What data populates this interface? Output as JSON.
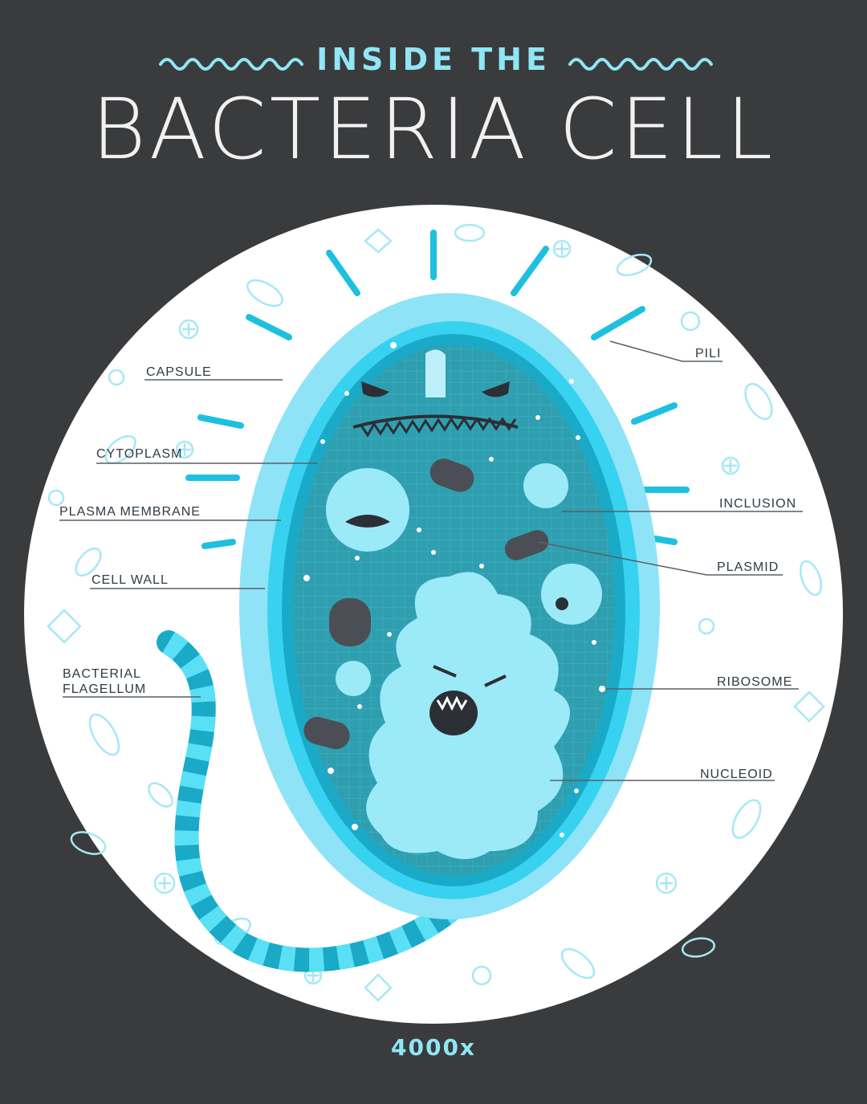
{
  "title": {
    "line1": "INSIDE THE",
    "line2": "BACTERIA CELL"
  },
  "magnification": "4000x",
  "labels": {
    "capsule": "CAPSULE",
    "cytoplasm": "CYTOPLASM",
    "plasma_membrane": "PLASMA MEMBRANE",
    "cell_wall": "CELL WALL",
    "bacterial_flagellum_line1": "BACTERIAL",
    "bacterial_flagellum_line2": "FLAGELLUM",
    "pili": "PILI",
    "inclusion": "INCLUSION",
    "plasmid": "PLASMID",
    "ribosome": "RIBOSOME",
    "nucleoid": "NUCLEOID"
  },
  "colors": {
    "background": "#3a3b3d",
    "circle": "#ffffff",
    "capsule": "#8fe3f7",
    "cell_wall": "#37d2f0",
    "plasma_membrane": "#1aa9c7",
    "cytoplasm": "#2f9fb0",
    "nucleoid": "#9ceaf8",
    "plasmid": "#4b4f55",
    "accent": "#8fe6f5"
  }
}
